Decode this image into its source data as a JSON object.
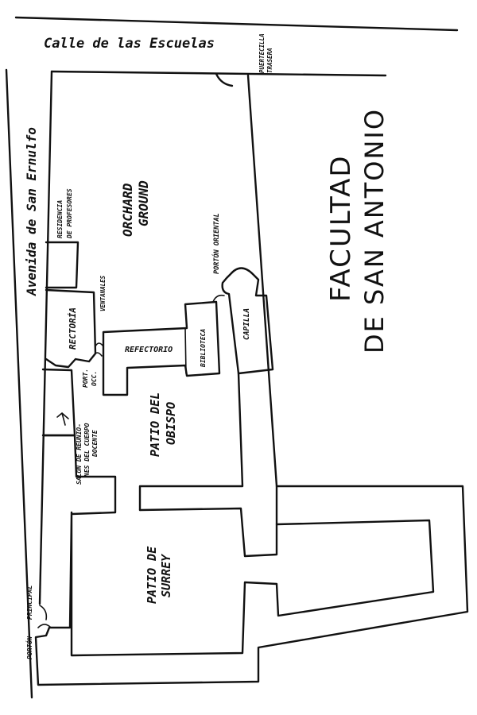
{
  "streets": {
    "calle": "Calle de las Escuelas",
    "avenida": "Avenida de San Ernulfo"
  },
  "rooms": {
    "puertecilla": "PUERTECILLA",
    "trasera": "TRASERA",
    "residencia_1": "RESIDENCIA",
    "residencia_2": "DE PROFESORES",
    "orchard_1": "ORCHARD",
    "orchard_2": "GROUND",
    "porton_oriental": "PORTÓN ORIENTAL",
    "ventanales": "VENTANALES",
    "rectoria": "RECTORÍA",
    "port_occ_1": "PORT.",
    "port_occ_2": "OCC.",
    "refectorio": "REFECTORIO",
    "biblioteca": "BIBLIOTECA",
    "capilla": "CAPILLA",
    "salon_1": "SALÓN DE REUNIO-",
    "salon_2": "NES DEL CUERPO",
    "salon_3": "DOCENTE",
    "patio_obispo_1": "PATIO DEL",
    "patio_obispo_2": "OBISPO",
    "patio_surrey_1": "PATIO DE",
    "patio_surrey_2": "SURREY",
    "porton_principal_1": "PORTÓN",
    "porton_principal_2": "PRINCIPAL"
  },
  "facultad": {
    "line1": "FACULTAD",
    "line2": "DE SAN ANTONIO"
  }
}
